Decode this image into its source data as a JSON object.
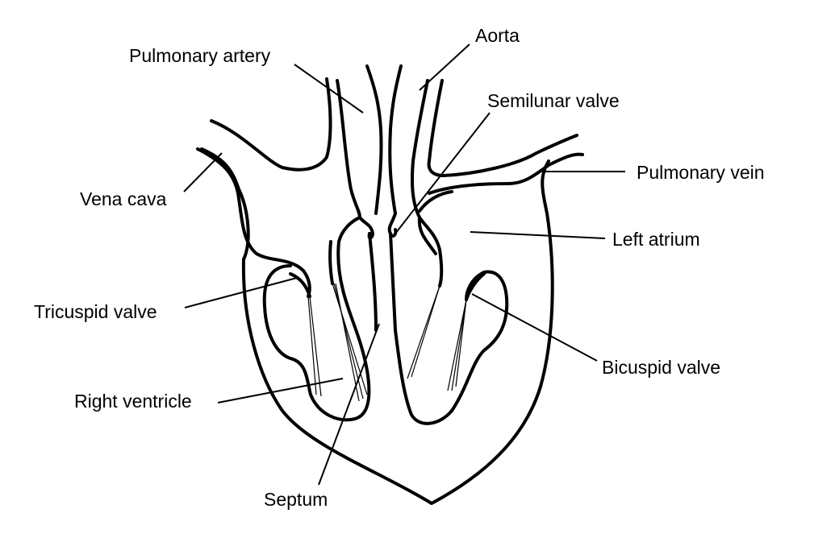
{
  "labels": {
    "pulmonary_artery": "Pulmonary artery",
    "aorta": "Aorta",
    "semilunar_valve": "Semilunar valve",
    "pulmonary_vein": "Pulmonary vein",
    "vena_cava": "Vena cava",
    "left_atrium": "Left atrium",
    "tricuspid_valve": "Tricuspid valve",
    "bicuspid_valve": "Bicuspid valve",
    "right_ventricle": "Right ventricle",
    "septum": "Septum"
  },
  "colors": {
    "line": "#000000",
    "background": "#ffffff"
  }
}
